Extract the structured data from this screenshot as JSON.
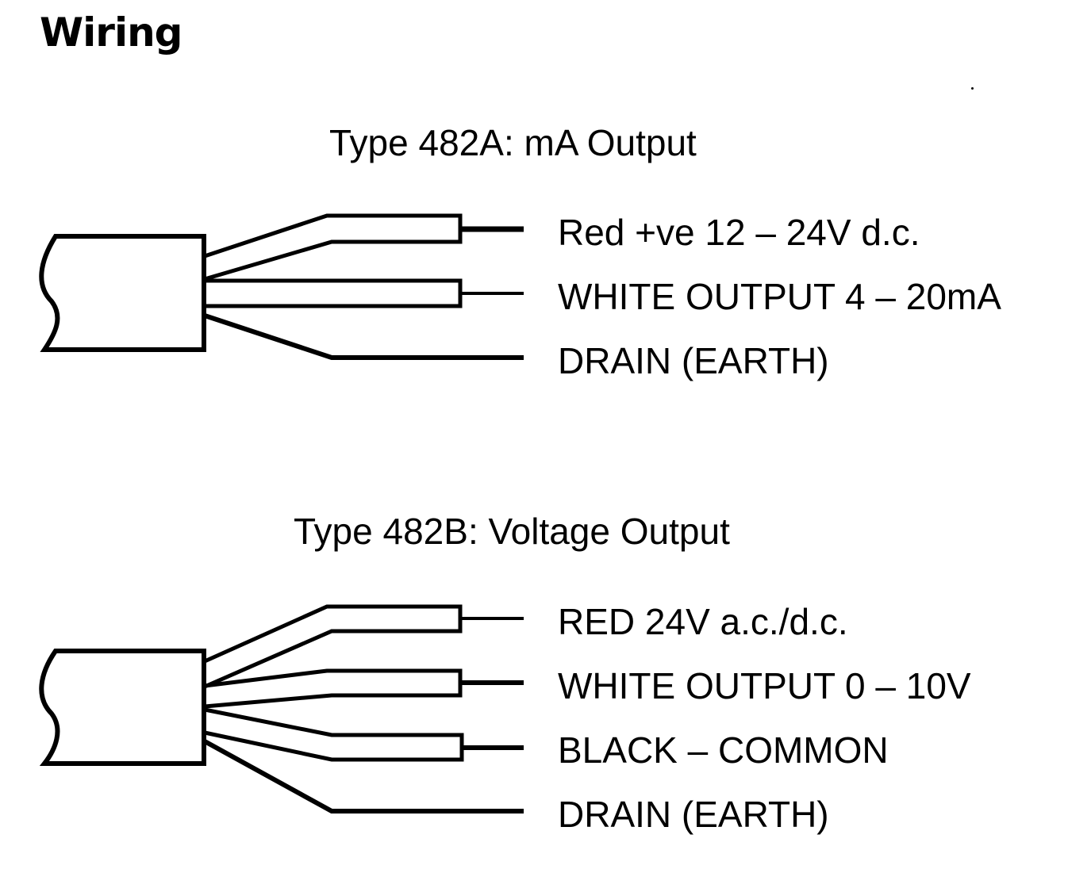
{
  "heading": "Wiring",
  "diagrams": [
    {
      "title": "Type 482A: mA Output",
      "wires": [
        {
          "label": "Red +ve 12 – 24V d.c."
        },
        {
          "label": "WHITE OUTPUT 4 – 20mA"
        },
        {
          "label": "DRAIN (EARTH)"
        }
      ]
    },
    {
      "title": "Type 482B: Voltage Output",
      "wires": [
        {
          "label": "RED 24V a.c./d.c."
        },
        {
          "label": "WHITE OUTPUT 0 – 10V"
        },
        {
          "label": "BLACK – COMMON"
        },
        {
          "label": "DRAIN (EARTH)"
        }
      ]
    }
  ]
}
